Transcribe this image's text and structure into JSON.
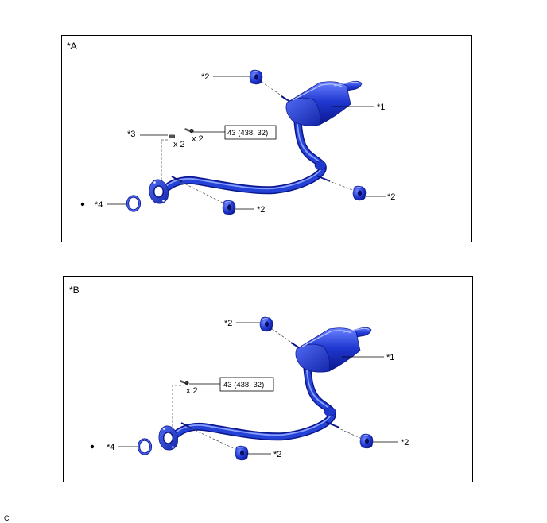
{
  "figure_code": "C",
  "colors": {
    "part_blue": "#2038d0",
    "part_dark": "#0b168a",
    "part_light": "#6a82ff",
    "fastener_gray": "#3a3a3a",
    "frame": "#000000"
  },
  "panel_a": {
    "label": "*A",
    "callouts": {
      "muffler": "*1",
      "mount_rubber_top": "*2",
      "mount_rubber_bottom": "*2",
      "mount_rubber_right": "*2",
      "stud_bolt": "*3",
      "gasket": "*4"
    },
    "stud_qty": "x 2",
    "bolt_qty": "x 2",
    "torque_spec": "43 (438, 32)"
  },
  "panel_b": {
    "label": "*B",
    "callouts": {
      "muffler": "*1",
      "mount_rubber_top": "*2",
      "mount_rubber_bottom": "*2",
      "mount_rubber_right": "*2",
      "gasket": "*4"
    },
    "bolt_qty": "x 2",
    "torque_spec": "43 (438, 32)"
  }
}
